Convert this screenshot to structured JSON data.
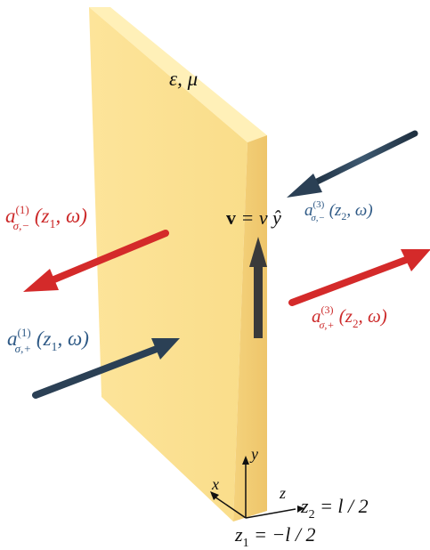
{
  "slab": {
    "material_label": "ε, μ",
    "colors": {
      "front": "#fde79a",
      "front_dark": "#f6d77c",
      "side": "#f1cf73",
      "top": "#fff1bd"
    }
  },
  "velocity": {
    "bold": "v",
    "rest": " = v ",
    "unit": "ŷ",
    "arrow_color": "#3a3a3a"
  },
  "waves": {
    "a1_minus": {
      "base": "a",
      "sub": "σ,−",
      "sup": "(1)",
      "args": " (z",
      "argsub": "1",
      "argtail": ", ω)",
      "color": "#cc2a2a"
    },
    "a1_plus": {
      "base": "a",
      "sub": "σ,+",
      "sup": "(1)",
      "args": " (z",
      "argsub": "1",
      "argtail": ", ω)",
      "color": "#2f5a86"
    },
    "a3_minus": {
      "base": "a",
      "sub": "σ,−",
      "sup": "(3)",
      "args": " (z",
      "argsub": "2",
      "argtail": ", ω)",
      "color": "#2f5a86"
    },
    "a3_plus": {
      "base": "a",
      "sub": "σ,+",
      "sup": "(3)",
      "args": " (z",
      "argsub": "2",
      "argtail": ", ω)",
      "color": "#cc2a2a"
    }
  },
  "axes": {
    "x": "x",
    "y": "y",
    "z": "z"
  },
  "boundaries": {
    "z2": {
      "var": "z",
      "sub": "2",
      "rest": " = l / 2"
    },
    "z1": {
      "var": "z",
      "sub": "1",
      "rest": " = −l / 2"
    }
  },
  "arrow_colors": {
    "red": "#d42a2a",
    "blue": "#2b4055"
  }
}
